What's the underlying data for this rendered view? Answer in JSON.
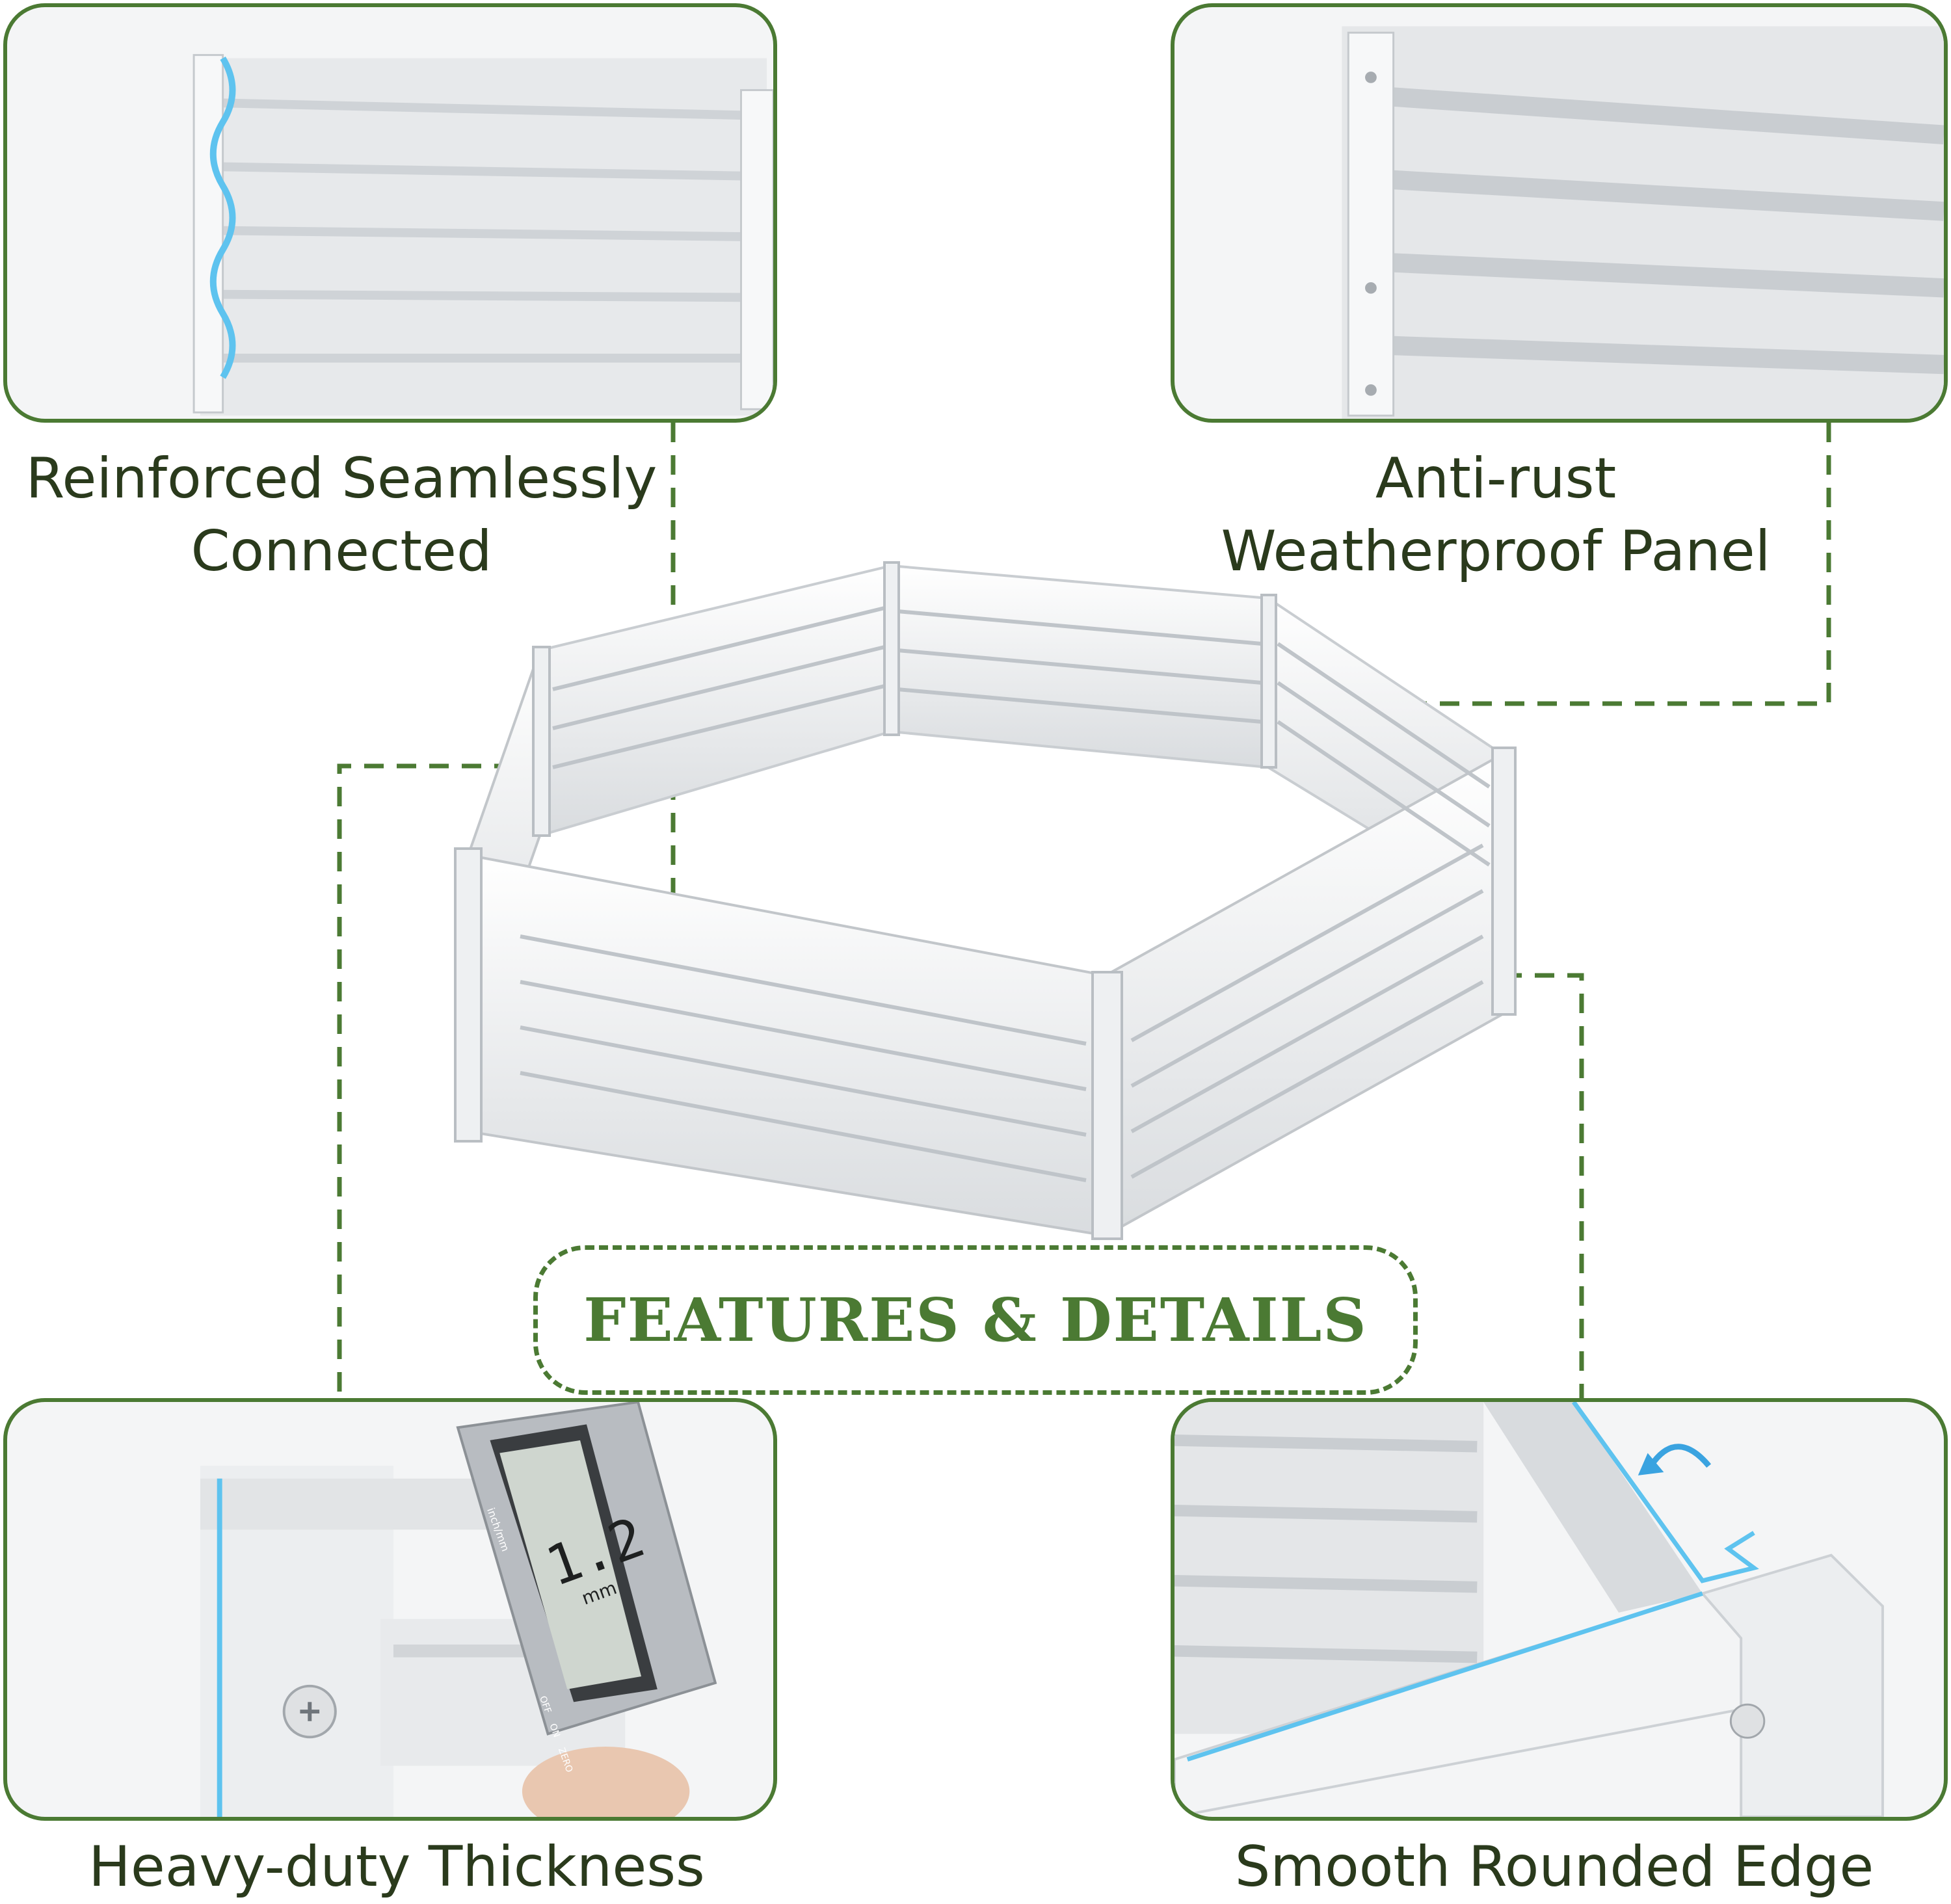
{
  "heading": "FEATURES & DETAILS",
  "features": [
    {
      "id": "seam",
      "lines": [
        "Reinforced Seamlessly",
        "Connected"
      ]
    },
    {
      "id": "rust",
      "lines": [
        "Anti-rust",
        "Weatherproof Panel"
      ]
    },
    {
      "id": "thick",
      "lines": [
        "Heavy-duty Thickness"
      ]
    },
    {
      "id": "edge",
      "lines": [
        "Smooth Rounded Edge"
      ]
    }
  ],
  "caliper": {
    "reading": "1.2",
    "unit": "mm",
    "mode_label": "inch/mm",
    "buttons": [
      "OFF",
      "ON",
      "ZERO"
    ]
  },
  "colors": {
    "accent_green": "#4b7a33",
    "caption_text": "#2a3a1c",
    "highlight_blue": "#5ec3ef"
  }
}
